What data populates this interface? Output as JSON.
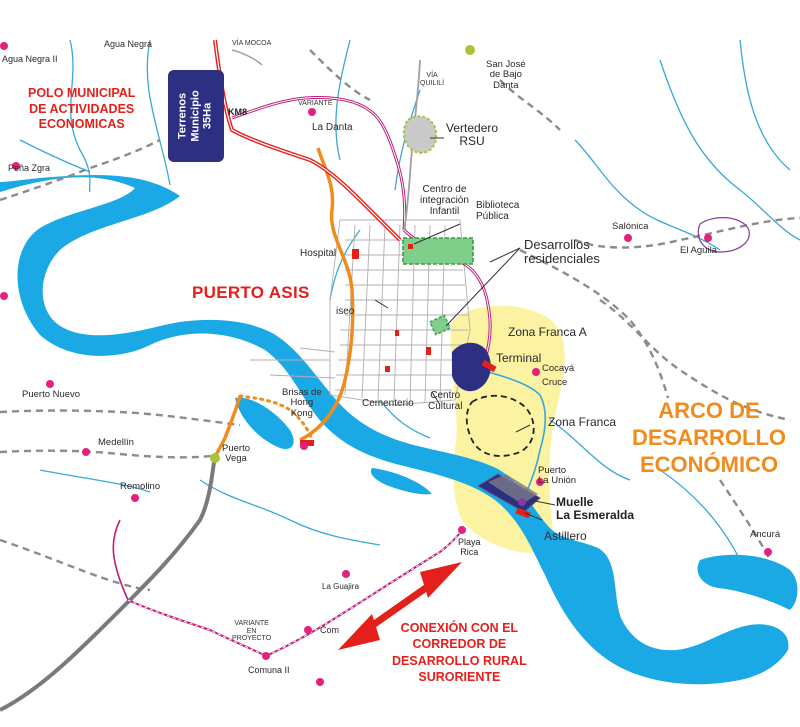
{
  "titles": {
    "polo": [
      "POLO MUNICIPAL",
      "DE ACTIVIDADES",
      "ECONOMICAS"
    ],
    "city": "PUERTO ASIS",
    "arco": [
      "ARCO DE",
      "DESARROLLO",
      "ECONÓMICO"
    ],
    "conexion": [
      "CONEXIÓN CON  EL",
      "CORREDOR DE",
      "DESARROLLO RURAL",
      "SURORIENTE"
    ]
  },
  "terrenos": [
    "Terrenos",
    "Municipio",
    "35Ha"
  ],
  "roads": {
    "via_mocoa": "VÍA MOCOA",
    "variante": "VARIANTE",
    "via_quilili": [
      "VÍA",
      "QUILILÍ"
    ],
    "km8": "KM8",
    "variante_proyecto": [
      "VARIANTE",
      "EN",
      "PROYECTO"
    ]
  },
  "places": {
    "agua_negra": "Agua Negra",
    "agua_negra_ii": "Agua Negra II",
    "san_jose": [
      "San José",
      "de Bajo",
      "Danta"
    ],
    "la_danta": "La Danta",
    "pena_zgra": "Peña Zgra",
    "salonica": "Salónica",
    "el_aguila": "El Aguila",
    "puerto_nuevo": "Puerto Nuevo",
    "medellin": "Medellín",
    "remolino": "Remolino",
    "puerto_vega": [
      "Puerto",
      "Vega"
    ],
    "brisas": [
      "Brisas de",
      "Hong",
      "Kong"
    ],
    "la_guajira": "La Guajira",
    "comuna_ii": "Comuna II",
    "com": "Com",
    "playa_rica": [
      "Playa",
      "Rica"
    ],
    "ancura": "Ancurá",
    "cocaya": "Cocayá",
    "cruce": "Cruce",
    "puerto_la_union": [
      "Puerto",
      "La Unión"
    ]
  },
  "facilities": {
    "vertedero": [
      "Vertedero",
      "RSU"
    ],
    "centro_integracion": [
      "Centro de",
      "integración",
      "Infantil"
    ],
    "biblioteca": [
      "Biblioteca",
      "Pública"
    ],
    "desarrollos": [
      "Desarrollos",
      "residenciales"
    ],
    "hospital": "Hospital",
    "iseo": "iseo",
    "zona_franca_a": "Zona Franca A",
    "terminal": "Terminal",
    "centro_cultural": [
      "Centro",
      "Cultural"
    ],
    "cementerio": "Cementerio",
    "zona_franca": "Zona Franca",
    "muelle": [
      "Muelle",
      "La Esmeralda"
    ],
    "astillero": "Astillero"
  },
  "colors": {
    "river": "#1ba9e6",
    "stream": "#3aa7d9",
    "main_road": "#e3201b",
    "secondary_road": "#c01c7a",
    "orange_road": "#f08c1e",
    "place_dot": "#e6207e",
    "zone_yellow": "#fbf3a2",
    "terminal_blue": "#2d2f82",
    "residential_green": "#7fcf8a",
    "landfill_gray": "#c9c9c9",
    "arrow_red": "#e3201b"
  }
}
